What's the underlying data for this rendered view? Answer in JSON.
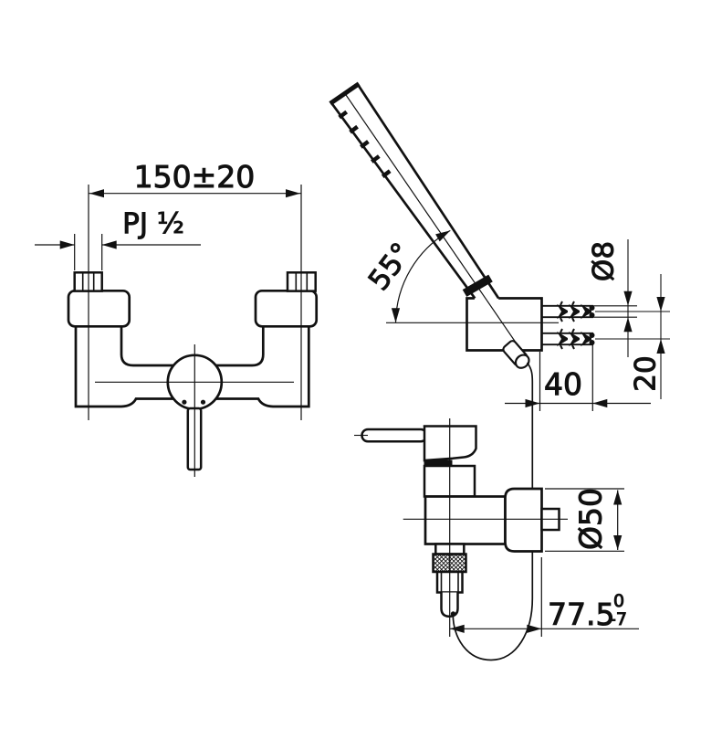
{
  "colors": {
    "ink": "#111111",
    "background": "#ffffff"
  },
  "dimensions": {
    "union_center_distance": {
      "label": "150±20"
    },
    "thread_size": {
      "label": "PJ ½"
    },
    "shower_angle": {
      "label": "55°"
    },
    "anchor_hole_diameter": {
      "label": "Ø8"
    },
    "anchor_depth": {
      "label": "40"
    },
    "anchor_spacing": {
      "label": "20"
    },
    "flange_diameter": {
      "label": "Ø50"
    },
    "outlet_offset": {
      "label": "77.5",
      "tol_upper": "0",
      "tol_lower": "-7"
    }
  }
}
